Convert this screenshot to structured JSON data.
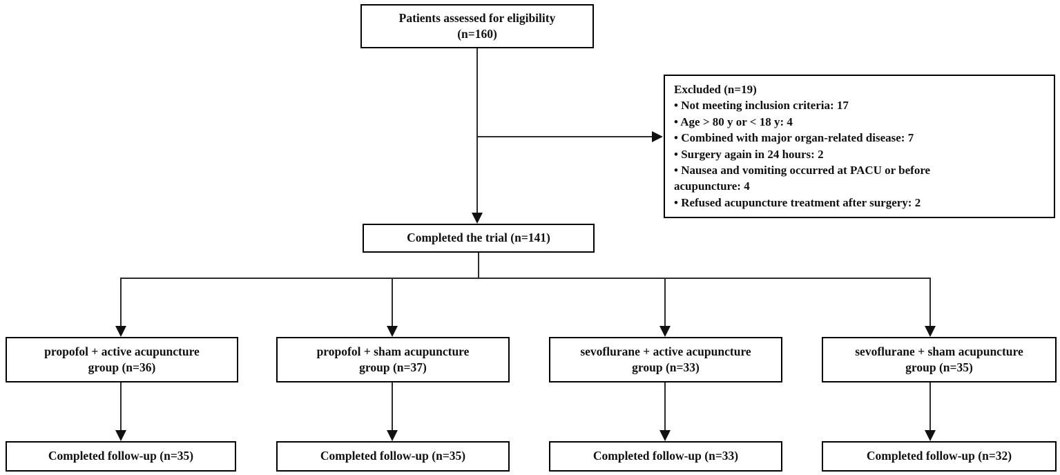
{
  "diagram": {
    "colors": {
      "box_border": "#000000",
      "line": "#2b2b2b",
      "text": "#111111",
      "background": "#ffffff"
    },
    "eligibility": {
      "line1": "Patients assessed for eligibility",
      "line2": "(n=160)"
    },
    "excluded": {
      "title": "Excluded (n=19)",
      "items": [
        "• Not meeting inclusion criteria: 17",
        "• Age > 80 y or < 18 y: 4",
        "• Combined with major organ-related disease: 7",
        "• Surgery again in 24 hours: 2",
        "• Nausea and vomiting occurred at PACU or before\nacupuncture: 4",
        "• Refused acupuncture treatment after surgery: 2"
      ]
    },
    "trial": {
      "label": "Completed the trial (n=141)"
    },
    "groups": [
      {
        "line1": "propofol + active acupuncture",
        "line2": "group (n=36)",
        "followup": "Completed follow-up (n=35)"
      },
      {
        "line1": "propofol + sham acupuncture",
        "line2": "group (n=37)",
        "followup": "Completed follow-up (n=35)"
      },
      {
        "line1": "sevoflurane + active acupuncture",
        "line2": "group (n=33)",
        "followup": "Completed follow-up (n=33)"
      },
      {
        "line1": "sevoflurane + sham acupuncture",
        "line2": "group (n=35)",
        "followup": "Completed follow-up (n=32)"
      }
    ]
  }
}
